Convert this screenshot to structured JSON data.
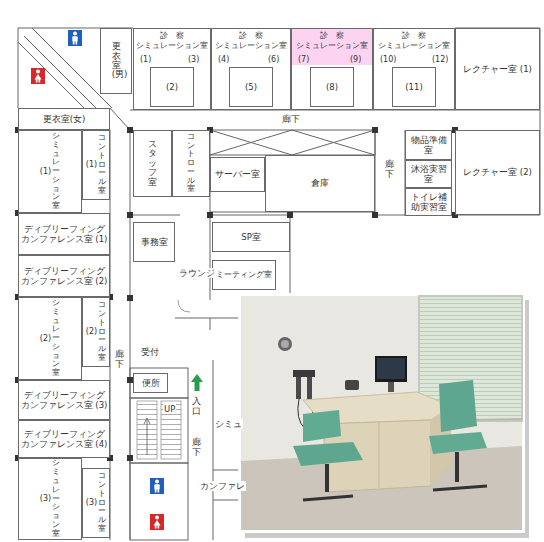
{
  "diagram": {
    "nodes": [
      {
        "text": [
          "更衣室(男)"
        ]
      },
      {
        "text": [
          "診　察 シミュレーション室",
          "(1)",
          "(3)"
        ]
      },
      {
        "text": [
          "(2)"
        ],
        "in": 1
      },
      {
        "text": [
          "診　察 シミュレーション室",
          "(4)",
          "(6)"
        ]
      },
      {
        "text": [
          "(5)"
        ],
        "in": 3
      },
      {
        "text": [
          "診　察 シミュレーション室",
          "(7)",
          "(9)"
        ]
      },
      {
        "text": [
          "(8)"
        ],
        "in": 5
      },
      {
        "text": [
          "診　察 シミュレーション室",
          "(10)",
          "(12)"
        ]
      },
      {
        "text": [
          "(11)"
        ],
        "in": 7
      },
      {
        "text": [
          "レクチャー室 (1)"
        ]
      },
      {
        "text": [
          "更衣室(女)"
        ]
      },
      {
        "text": [
          "(1)",
          "シミュレーション室"
        ]
      },
      {
        "text": [
          "(1)",
          "コントロール室"
        ]
      },
      {
        "text": [
          "スタッフ室"
        ]
      },
      {
        "text": [
          "コントロール室"
        ]
      },
      {
        "text": [
          "サーバー室"
        ]
      },
      {
        "text": [
          "倉庫"
        ]
      },
      {
        "text": [
          "物品準備室"
        ]
      },
      {
        "text": [
          "沐浴実習室"
        ]
      },
      {
        "text": [
          "トイレ補助実習室"
        ]
      },
      {
        "text": [
          "レクチャー室 (2)"
        ]
      },
      {
        "text": [
          "ディブリーフィング カンファレンス室 (1)"
        ]
      },
      {
        "text": [
          "ディブリーフィング カンファレンス室 (2)"
        ]
      },
      {
        "text": [
          "事務室"
        ]
      },
      {
        "text": [
          "SP室"
        ]
      },
      {
        "text": [
          "ミーティング室"
        ]
      },
      {
        "text": [
          "(2)",
          "シミュレーション室"
        ]
      },
      {
        "text": [
          "(2)",
          "コントロール室"
        ]
      },
      {
        "text": [
          "ディブリーフィング カンファレンス室 (3)"
        ]
      },
      {
        "text": [
          "ディブリーフィング カンファレンス室 (4)"
        ]
      },
      {
        "text": [
          "便所"
        ]
      },
      {
        "text": [
          "(3)",
          "シミュレーション室"
        ]
      },
      {
        "text": [
          "(3)",
          "コントロール室"
        ]
      }
    ],
    "labels": [
      "廊下",
      "廊下",
      "ラウンジ",
      "受付",
      "廊下",
      "入口",
      "UP",
      "シミュ",
      "廊下",
      "カンファレ"
    ]
  }
}
